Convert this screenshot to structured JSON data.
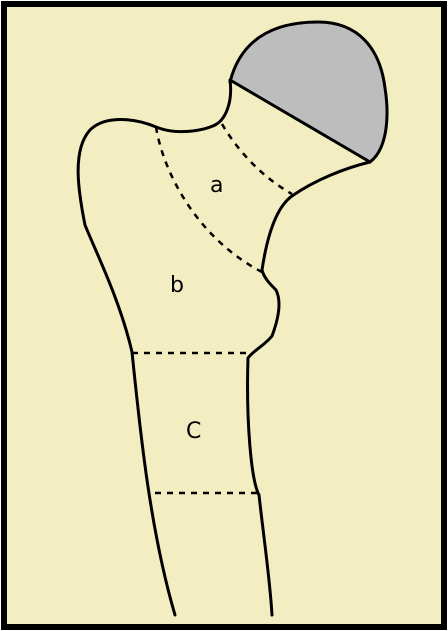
{
  "diagram": {
    "labels": {
      "a": "a",
      "b": "b",
      "c": "C"
    },
    "colors": {
      "background": "#f3eec2",
      "frame": "#000000",
      "outline": "#000000",
      "femoral_head": "#bdbdbd",
      "divider_line": "#000000"
    }
  }
}
